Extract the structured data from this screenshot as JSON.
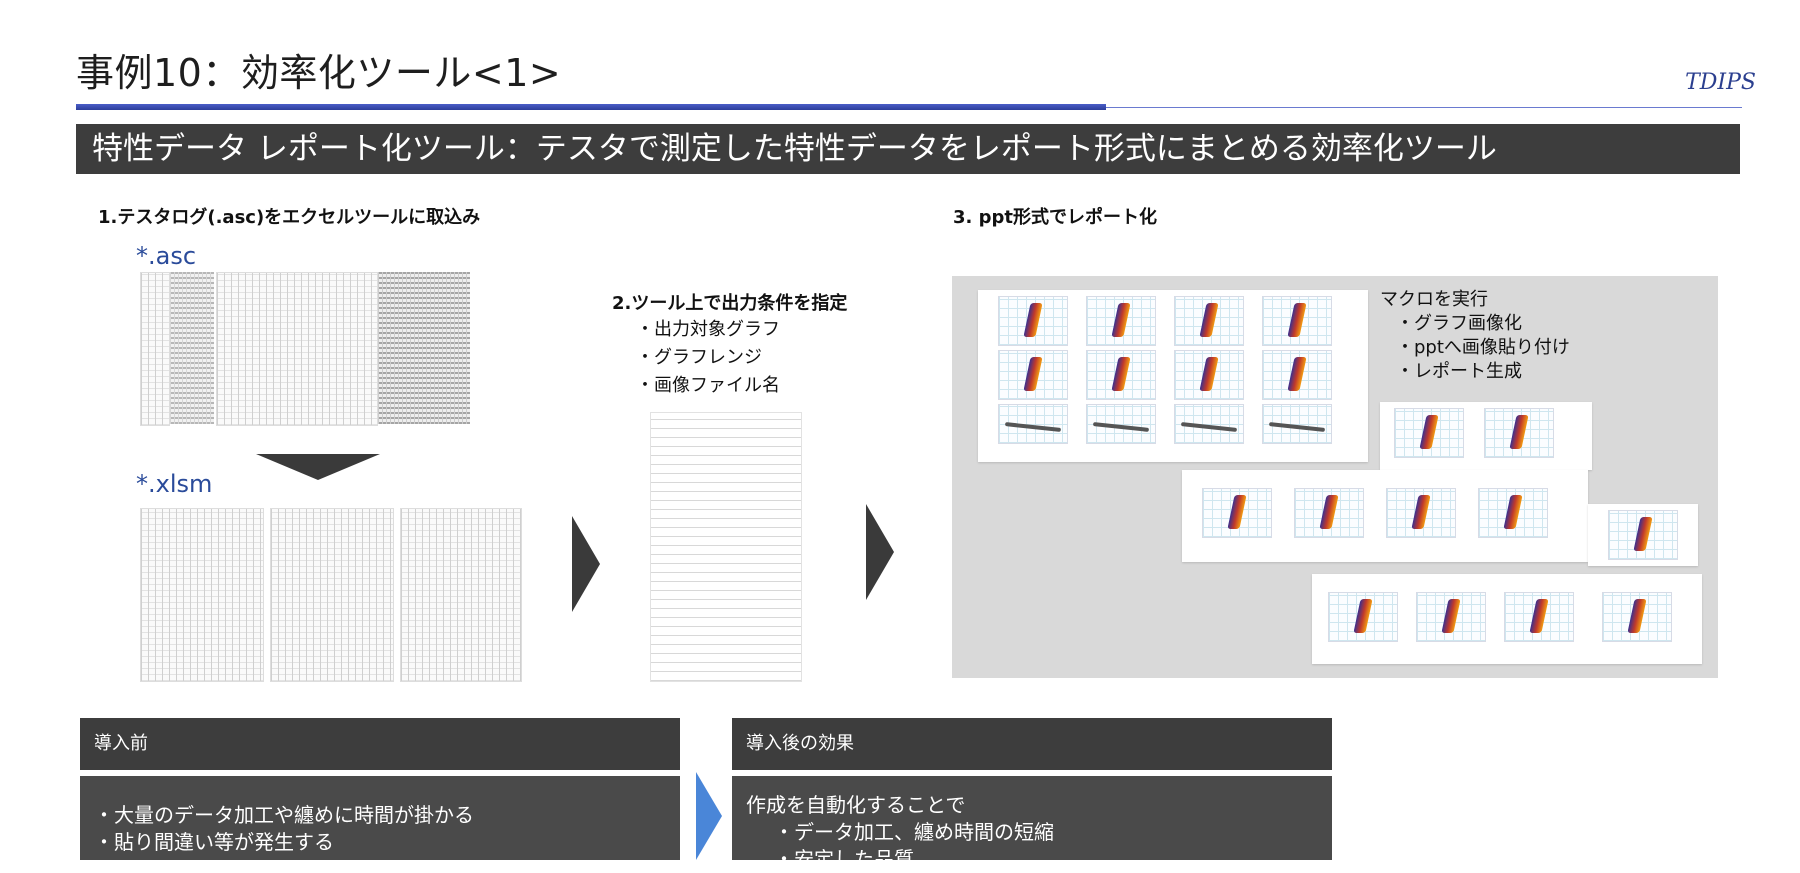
{
  "header": {
    "title": "事例10：効率化ツール<1>",
    "logo": "TDIPS",
    "banner": "特性データ レポート化ツール：テスタで測定した特性データをレポート形式にまとめる効率化ツール"
  },
  "step1": {
    "heading": "1.テスタログ(.asc)をエクセルツールに取込み",
    "asc_label": "*.asc",
    "xlsm_label": "*.xlsm"
  },
  "step2": {
    "heading": "2.ツール上で出力条件を指定",
    "items": [
      "・出力対象グラフ",
      "・グラフレンジ",
      "・画像ファイル名"
    ]
  },
  "step3": {
    "heading": "3. ppt形式でレポート化",
    "macro_title": "マクロを実行",
    "macro_items": [
      "・グラフ画像化",
      "・pptへ画像貼り付け",
      "・レポート生成"
    ]
  },
  "before": {
    "header": "導入前",
    "lines": [
      "・大量のデータ加工や纏めに時間が掛かる",
      "・貼り間違い等が発生する"
    ]
  },
  "after": {
    "header": "導入後の効果",
    "lines": [
      "作成を自動化することで",
      "・データ加工、纏め時間の短縮",
      "・安定した品質"
    ]
  },
  "colors": {
    "banner_bg": "#3d3d3d",
    "accent_blue": "#2d3e9a",
    "arrow_blue": "#4a86d8"
  }
}
